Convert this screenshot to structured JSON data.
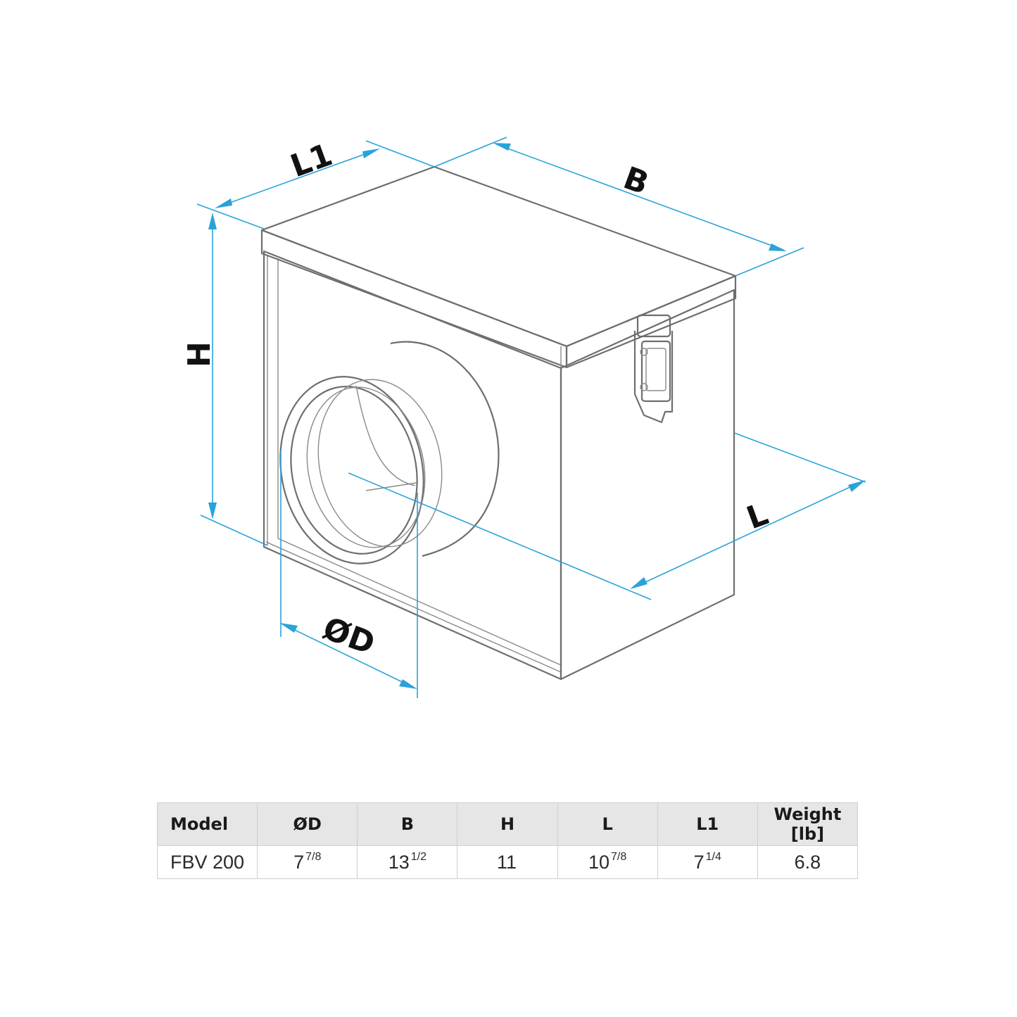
{
  "diagram": {
    "labels": {
      "L1": "L1",
      "B": "B",
      "H": "H",
      "L": "L",
      "D": "ØD"
    },
    "colors": {
      "dimension_line": "#2aa3d8",
      "outline": "#6e6e6e",
      "table_header_bg": "#e6e6e6",
      "table_border": "#cfcfcf"
    }
  },
  "table": {
    "headers": [
      "Model",
      "ØD",
      "B",
      "H",
      "L",
      "L1",
      "Weight [lb]"
    ],
    "rows": [
      {
        "model": "FBV 200",
        "d": {
          "whole": "7",
          "frac": "7/8"
        },
        "b": {
          "whole": "13",
          "frac": "1/2"
        },
        "h": {
          "whole": "11",
          "frac": ""
        },
        "l": {
          "whole": "10",
          "frac": "7/8"
        },
        "l1": {
          "whole": "7",
          "frac": "1/4"
        },
        "weight": "6.8"
      }
    ]
  }
}
